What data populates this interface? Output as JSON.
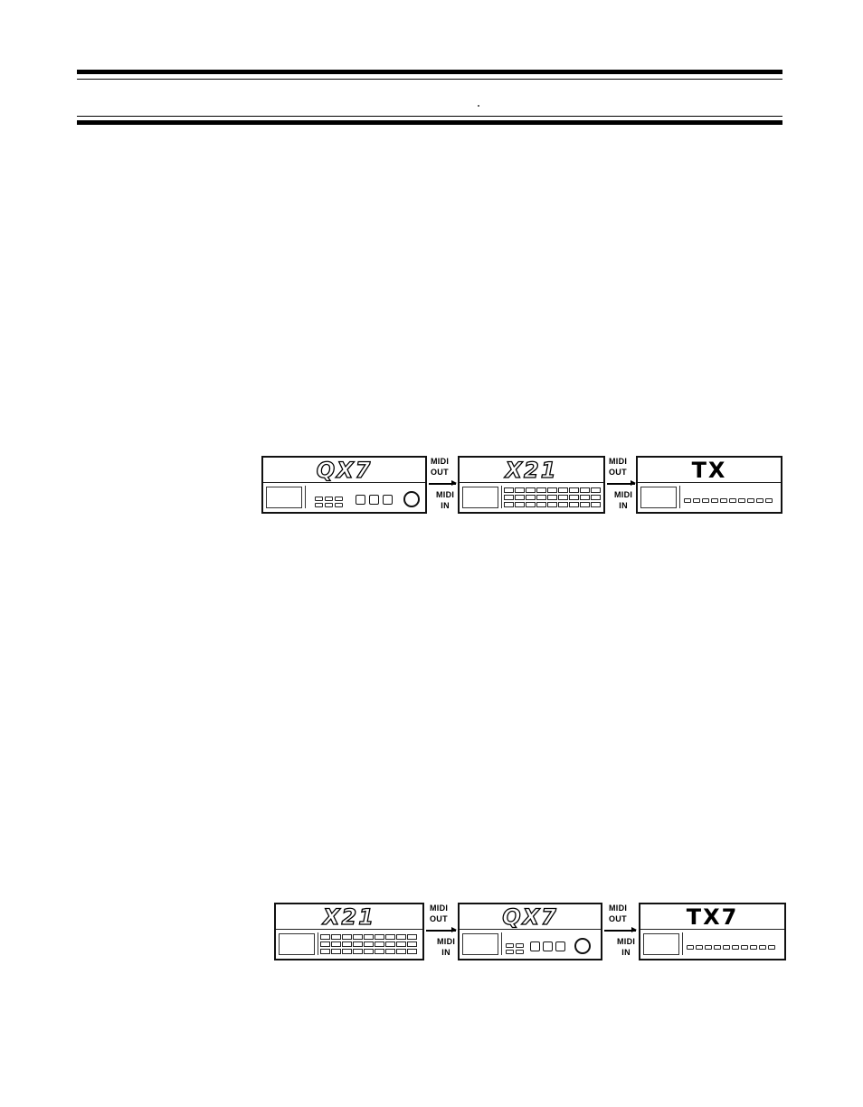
{
  "page": {
    "header_rules": "double"
  },
  "diagram_1": {
    "units": [
      {
        "brand": "QX7",
        "style": "outline"
      },
      {
        "brand": "X21",
        "style": "outline"
      },
      {
        "brand": "TX",
        "style": "solid"
      }
    ],
    "links": [
      {
        "out": "MIDI\nOUT",
        "in": "MIDI\nIN"
      },
      {
        "out": "MIDI\nOUT",
        "in": "MIDI\nIN"
      }
    ]
  },
  "diagram_2": {
    "units": [
      {
        "brand": "X21",
        "style": "outline"
      },
      {
        "brand": "QX7",
        "style": "outline"
      },
      {
        "brand": "TX7",
        "style": "solid"
      }
    ],
    "links": [
      {
        "out": "MIDI\nOUT",
        "in": "MIDI\nIN"
      },
      {
        "out": "MIDI\nOUT",
        "in": "MIDI\nIN"
      }
    ]
  },
  "labels": {
    "midi": "MIDI",
    "out": "OUT",
    "in": "IN"
  }
}
